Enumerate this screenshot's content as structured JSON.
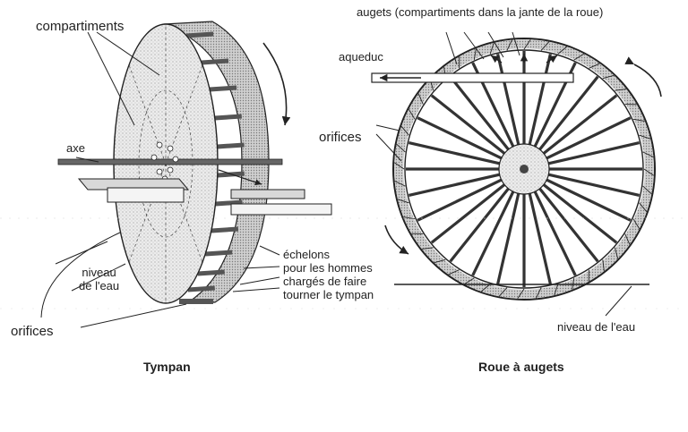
{
  "tympan": {
    "caption": "Tympan",
    "labels": {
      "compartments": "compartiments",
      "axle": "axe",
      "water_level": [
        "niveau",
        "de l'eau"
      ],
      "orifices": "orifices",
      "rungs": [
        "échelons",
        "pour les hommes",
        "chargés de faire",
        "tourner le tympan"
      ]
    }
  },
  "bucket_wheel": {
    "caption": "Roue à augets",
    "labels": {
      "buckets": "augets (compartiments dans la jante de la roue)",
      "aqueduct": "aqueduc",
      "orifices": "orifices",
      "water_level": "niveau de l'eau"
    }
  },
  "colors": {
    "ink": "#222222",
    "shade": "#9a9a9a",
    "light": "#e4e4e4"
  }
}
